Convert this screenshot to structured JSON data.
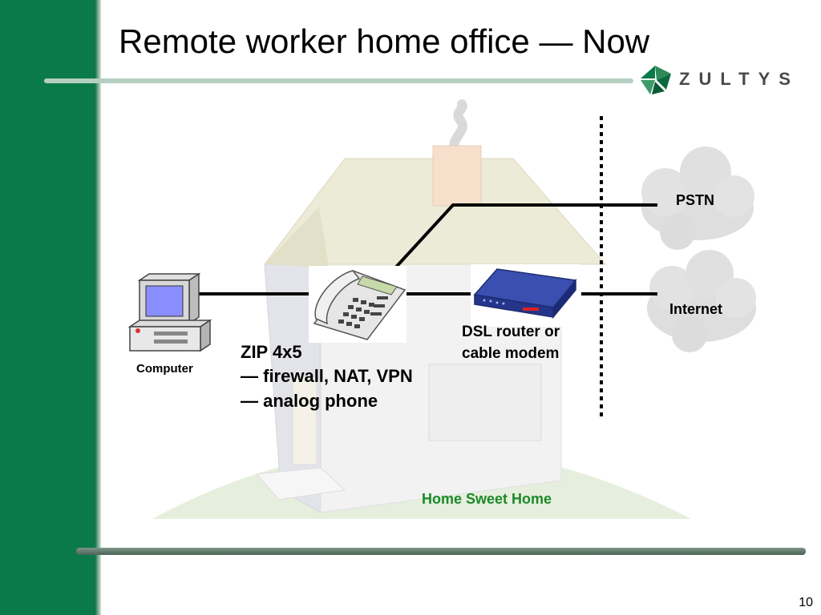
{
  "slide": {
    "title": "Remote worker home office — Now",
    "page_number": "10"
  },
  "logo": {
    "text": "ZULTYS"
  },
  "diagram": {
    "nodes": {
      "computer": "Computer",
      "pstn": "PSTN",
      "internet": "Internet",
      "router_line1": "DSL router or",
      "router_line2": "cable modem",
      "home": "Home Sweet Home"
    },
    "zip_text": {
      "line1": "ZIP 4x5",
      "line2": "— firewall, NAT, VPN",
      "line3": "— analog phone"
    }
  },
  "colors": {
    "sidebar": "#0a7a4a",
    "home_label": "#1a8a2a",
    "router": "#2b3f9e",
    "cloud": "#dcdcdc"
  }
}
